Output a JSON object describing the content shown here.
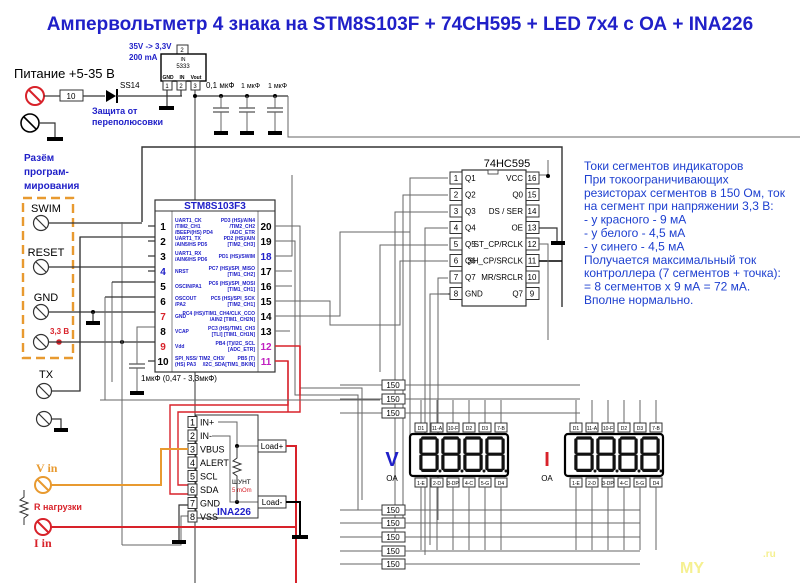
{
  "title": "Ампервольтметр 4 знака на STM8S103F + 74CH595 + LED 7x4 с ОА + INA226",
  "power": {
    "label": "Питание +5-35 В",
    "resistor": "10",
    "diode": "SS14",
    "protection_note": [
      "Защита от",
      "переполюсовки"
    ]
  },
  "regulator": {
    "spec_line1": "35V -> 3,3V",
    "spec_line2": "200 mA",
    "top_pin": "2",
    "in_label": "IN",
    "part": "5333",
    "pin_labels": [
      "GND",
      "IN",
      "Vout"
    ],
    "pins": [
      "1",
      "2",
      "3"
    ]
  },
  "caps": [
    "0,1 мкФ",
    "1 мкФ",
    "1 мкФ"
  ],
  "programming": {
    "title": [
      "Разём",
      "програм-",
      "мирования"
    ],
    "pins": [
      "SWIM",
      "RESET",
      "GND"
    ],
    "v33": "3,3 В",
    "tx": "TX"
  },
  "mcu": {
    "name": "STM8S103F3",
    "left_pins": [
      {
        "num": "1",
        "color": "#000",
        "text": [
          "UART1_CK",
          "/TIM2_CH1",
          "/BEEP/(HS) PD4"
        ]
      },
      {
        "num": "2",
        "color": "#000",
        "text": [
          "UART1_TX",
          "/AIN5/HS PD5"
        ]
      },
      {
        "num": "3",
        "color": "#000",
        "text": [
          "UART1_RX",
          "/AIN6/HS PD6"
        ]
      },
      {
        "num": "4",
        "color": "#2020c8",
        "text": [
          "NRST"
        ]
      },
      {
        "num": "5",
        "color": "#000",
        "text": [
          "OSCIN/PA1"
        ]
      },
      {
        "num": "6",
        "color": "#000",
        "text": [
          "OSCOUT",
          "/PA2"
        ]
      },
      {
        "num": "7",
        "color": "#d8222a",
        "text": [
          "GND"
        ]
      },
      {
        "num": "8",
        "color": "#000",
        "text": [
          "VCAP"
        ]
      },
      {
        "num": "9",
        "color": "#d8222a",
        "text": [
          "Vdd"
        ]
      },
      {
        "num": "10",
        "color": "#000",
        "text": [
          "SPI_NSS/ TIM2_CH3/",
          "(HS) PA3"
        ]
      }
    ],
    "right_pins": [
      {
        "num": "20",
        "color": "#000",
        "text": [
          "PD3 (HS)/AIN4",
          "/TIM2_CH2",
          "/ADC_ETR"
        ]
      },
      {
        "num": "19",
        "color": "#000",
        "text": [
          "PD2 (HS)/AIN",
          "[TIM2_CH3]"
        ]
      },
      {
        "num": "18",
        "color": "#2020c8",
        "text": [
          "PD1 (HS)/SWIM"
        ]
      },
      {
        "num": "17",
        "color": "#000",
        "text": [
          "PC7 (HS)/SPI_MISO",
          "[TIM1_CH2]"
        ]
      },
      {
        "num": "16",
        "color": "#000",
        "text": [
          "PC6 (HS)/SPI_MOSI",
          "[TIM1_CH1]"
        ]
      },
      {
        "num": "15",
        "color": "#000",
        "text": [
          "PC5 (HS)/SPI_SCK",
          "[TIM2_CH1]"
        ]
      },
      {
        "num": "14",
        "color": "#000",
        "text": [
          "PC4 (HS)/TIM1_CH4/CLK_CCO",
          "/AIN2 [TIM1_CH2N]"
        ]
      },
      {
        "num": "13",
        "color": "#000",
        "text": [
          "PC3 (HS)/TIM1_CH3",
          "[TLI] [TIM1_CH1N]"
        ]
      },
      {
        "num": "12",
        "color": "#c020c0",
        "text": [
          "PB4 (T)/I2C_SCL",
          "[ADC_ETR]"
        ]
      },
      {
        "num": "11",
        "color": "#c020c0",
        "text": [
          "PB5 (T)",
          "/I2C_SDA[TIM1_BKIN]"
        ]
      }
    ],
    "vcap_note": "1мкФ (0,47 - 3,3мкФ)"
  },
  "shift_register": {
    "name": "74HC595",
    "left_pins": [
      {
        "num": "1",
        "label": "Q1"
      },
      {
        "num": "2",
        "label": "Q2"
      },
      {
        "num": "3",
        "label": "Q3"
      },
      {
        "num": "4",
        "label": "Q4"
      },
      {
        "num": "5",
        "label": "Q5"
      },
      {
        "num": "6",
        "label": "Q6"
      },
      {
        "num": "7",
        "label": "Q7"
      },
      {
        "num": "8",
        "label": "GND"
      }
    ],
    "right_pins": [
      {
        "num": "16",
        "label": "VCC"
      },
      {
        "num": "15",
        "label": "Q0"
      },
      {
        "num": "14",
        "label": "DS / SER"
      },
      {
        "num": "13",
        "label": "OE"
      },
      {
        "num": "12",
        "label": "ST_CP/RCLK"
      },
      {
        "num": "11",
        "label": "SH_CP/SRCLK"
      },
      {
        "num": "10",
        "label": "MR/SRCLR"
      },
      {
        "num": "9",
        "label": "Q7"
      }
    ]
  },
  "note": [
    "Токи сегментов индикаторов",
    "При токоограничивающих",
    "резисторах сегментов в 150 Ом, ток",
    "на сегмент при напряжении 3,3 В:",
    "- у красного - 9 мА",
    "- у белого - 4,5 мА",
    "- у синего - 4,5 мА",
    "Получается максимальный ток",
    "контроллера (7 сегментов + точка):",
    "= 8 сегментов х 9 мА = 72 мА.",
    "Вполне нормально."
  ],
  "segment_resistors": [
    "150",
    "150",
    "150",
    "150",
    "150",
    "150",
    "150",
    "150"
  ],
  "displays": [
    {
      "letter": "V",
      "letter_color": "#2020c8",
      "type": "ОА",
      "top_pins": [
        "D1",
        "11-A",
        "10-F",
        "D2",
        "D3",
        "7-B"
      ],
      "bottom_pins": [
        "1-E",
        "2-D",
        "3-DP",
        "4-C",
        "5-G",
        "D4"
      ]
    },
    {
      "letter": "I",
      "letter_color": "#d8222a",
      "type": "ОА",
      "top_pins": [
        "D1",
        "11-A",
        "10-F",
        "D2",
        "D3",
        "7-B"
      ],
      "bottom_pins": [
        "1-E",
        "2-D",
        "3-DP",
        "4-C",
        "5-G",
        "D4"
      ]
    }
  ],
  "ina226": {
    "name": "INA226",
    "pins": [
      {
        "num": "1",
        "label": "IN+"
      },
      {
        "num": "2",
        "label": "IN-"
      },
      {
        "num": "3",
        "label": "VBUS"
      },
      {
        "num": "4",
        "label": "ALERT"
      },
      {
        "num": "5",
        "label": "SCL"
      },
      {
        "num": "6",
        "label": "SDA"
      },
      {
        "num": "7",
        "label": "GND"
      },
      {
        "num": "8",
        "label": "VSS"
      }
    ],
    "load_plus": "Load+",
    "load_minus": "Load-",
    "shunt_label": "ШУНТ",
    "shunt_value": "5 mOm"
  },
  "inputs": {
    "v_in": "V in",
    "r_load": "R нагрузки",
    "i_in": "I in"
  },
  "watermark": "MY"
}
